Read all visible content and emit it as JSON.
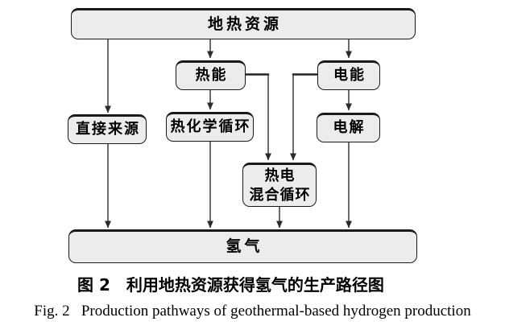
{
  "figure": {
    "type": "flowchart",
    "nodes": {
      "geothermal": {
        "label": "地热资源"
      },
      "thermal": {
        "label": "热能"
      },
      "electric": {
        "label": "电能"
      },
      "direct": {
        "label": "直接来源"
      },
      "thermochemical": {
        "label": "热化学循环"
      },
      "electrolysis": {
        "label": "电解"
      },
      "hybrid": {
        "line1": "热电",
        "line2": "混合循环"
      },
      "hydrogen": {
        "label": "氢气"
      }
    },
    "edges": [
      {
        "from": "地热资源",
        "to": "直接来源"
      },
      {
        "from": "地热资源",
        "to": "热能"
      },
      {
        "from": "地热资源",
        "to": "电能"
      },
      {
        "from": "热能",
        "to": "热化学循环"
      },
      {
        "from": "热能",
        "to": "热电混合循环"
      },
      {
        "from": "电能",
        "to": "热电混合循环"
      },
      {
        "from": "电能",
        "to": "电解"
      },
      {
        "from": "直接来源",
        "to": "氢气"
      },
      {
        "from": "热化学循环",
        "to": "氢气"
      },
      {
        "from": "热电混合循环",
        "to": "氢气"
      },
      {
        "from": "电解",
        "to": "氢气"
      }
    ],
    "colors": {
      "background": "#ffffff",
      "box_fill": "#ececec",
      "box_border": "#1a1a1a",
      "connector": "#3a3a3a"
    }
  },
  "caption": {
    "zh": "图 2　利用地热资源获得氢气的生产路径图",
    "en": "Fig. 2   Production pathways of geothermal-based hydrogen production"
  }
}
